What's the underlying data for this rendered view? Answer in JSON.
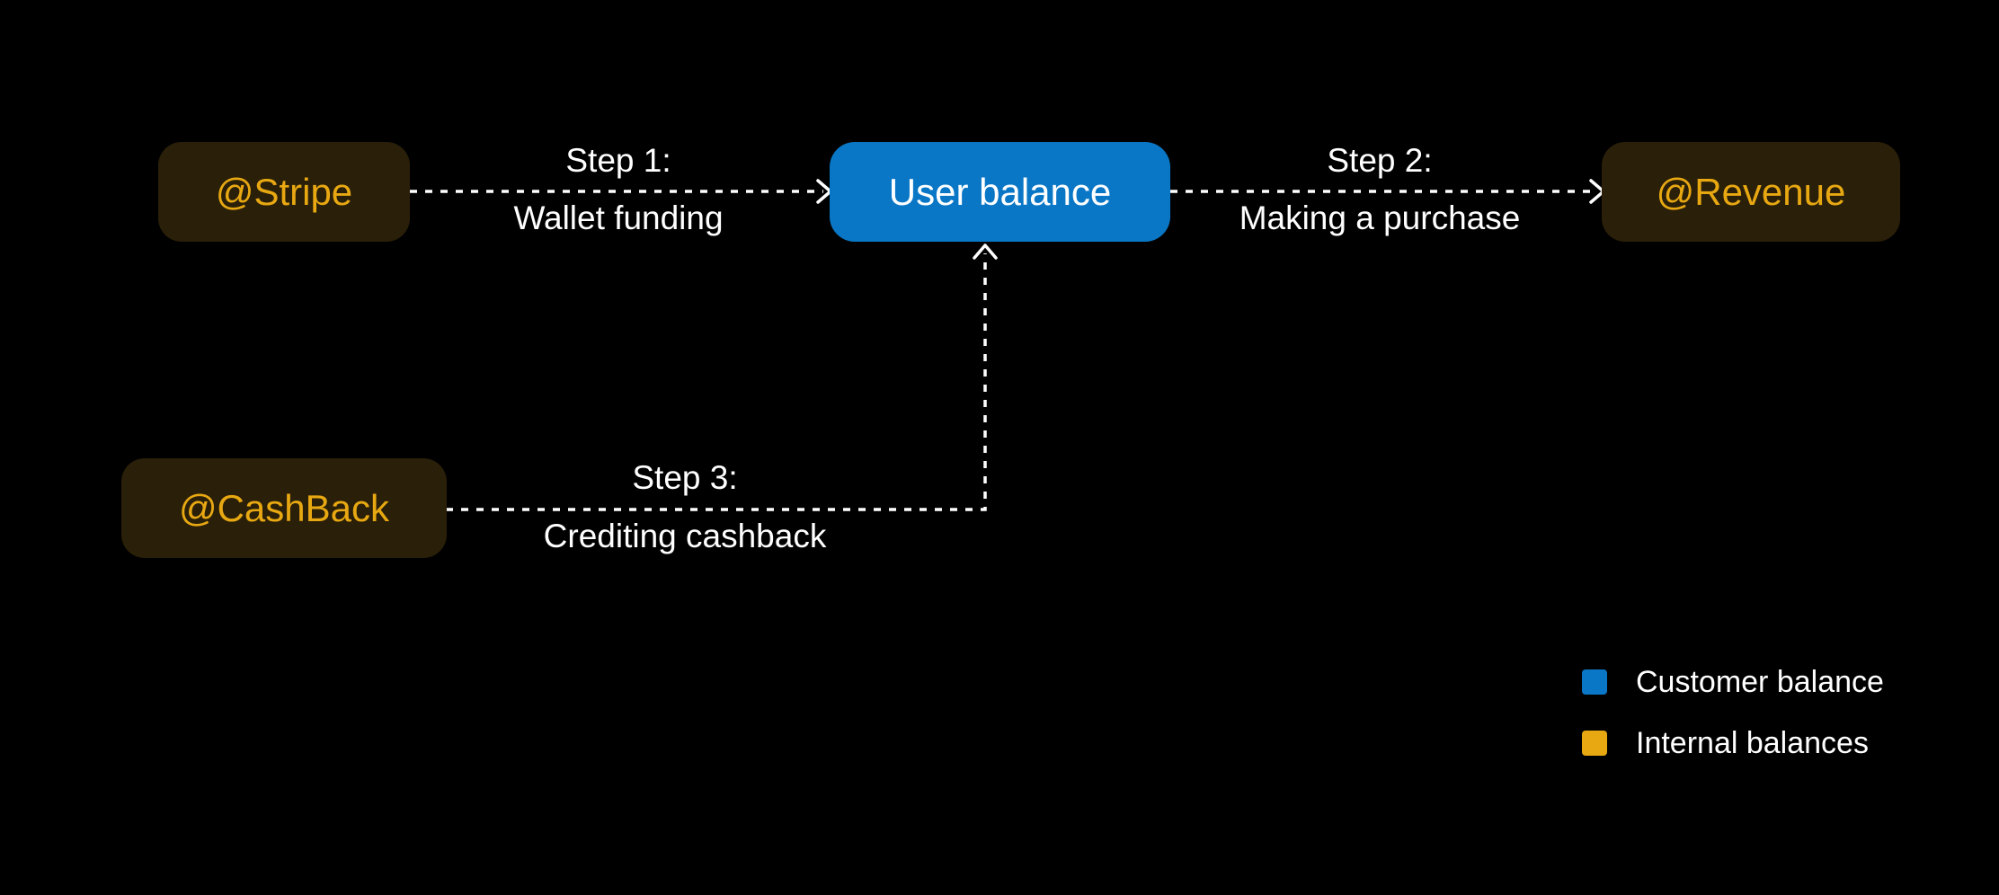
{
  "colors": {
    "background": "#000000",
    "customer_balance": "#0a77c6",
    "internal_balance": "#e8a812",
    "internal_node_fill": "#2a1f08",
    "arrow": "#ffffff"
  },
  "nodes": {
    "stripe": "@Stripe",
    "user_balance": "User balance",
    "revenue": "@Revenue",
    "cashback": "@CashBack"
  },
  "flows": [
    {
      "step": "Step 1:",
      "description": "Wallet funding"
    },
    {
      "step": "Step 2:",
      "description": "Making a purchase"
    },
    {
      "step": "Step 3:",
      "description": "Crediting cashback"
    }
  ],
  "legend": [
    {
      "label": "Customer balance",
      "color": "#0a77c6"
    },
    {
      "label": "Internal balances",
      "color": "#e8a812"
    }
  ]
}
